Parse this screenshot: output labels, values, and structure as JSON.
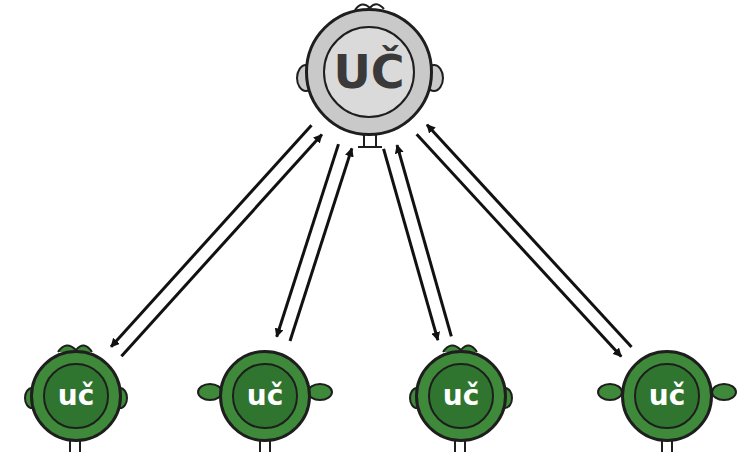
{
  "diagram": {
    "nodes": [
      {
        "text": [
          "UČ"
        ]
      },
      {
        "text": [
          "uč"
        ]
      },
      {
        "text": [
          "uč"
        ]
      },
      {
        "text": [
          "uč"
        ]
      },
      {
        "text": [
          "uč"
        ]
      }
    ],
    "edges": [
      {
        "from": 0,
        "to": 1,
        "arrow": "to"
      },
      {
        "from": 1,
        "to": 0,
        "arrow": "to"
      },
      {
        "from": 0,
        "to": 2,
        "arrow": "to"
      },
      {
        "from": 2,
        "to": 0,
        "arrow": "to"
      },
      {
        "from": 0,
        "to": 3,
        "arrow": "to"
      },
      {
        "from": 3,
        "to": 0,
        "arrow": "to"
      },
      {
        "from": 0,
        "to": 4,
        "arrow": "to"
      },
      {
        "from": 4,
        "to": 0,
        "arrow": "to"
      }
    ]
  }
}
